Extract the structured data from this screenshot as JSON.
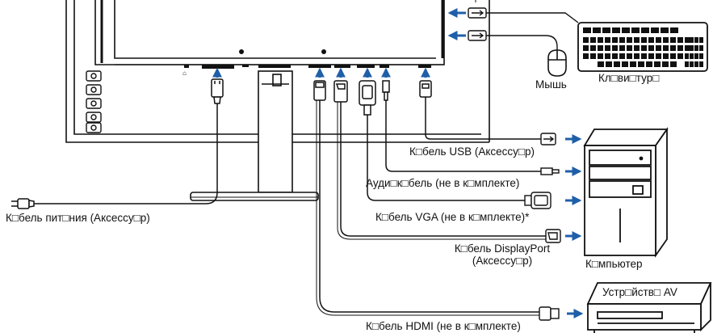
{
  "labels": {
    "mouse": "Мышь",
    "keyboard": "Кл□ви□тур□",
    "usb_cable": "К□бель USB (Аксессу□р)",
    "audio_cable": "Ауди□к□бель (не в к□мплекте)",
    "power_cable": "К□бель пит□ния (Аксессу□р)",
    "vga_cable": "К□бель VGA (не в к□мплекте)*",
    "displayport_line1": "К□бель DisplayPort",
    "displayport_line2": "(Аксессу□р)",
    "computer": "К□мпьютер",
    "av_device": "Устр□йств□ AV",
    "hdmi_cable": "К□бель HDMI (не в к□мплекте)"
  },
  "colors": {
    "line": "#111111",
    "arrow": "#1f5fa8",
    "background": "#ffffff"
  }
}
